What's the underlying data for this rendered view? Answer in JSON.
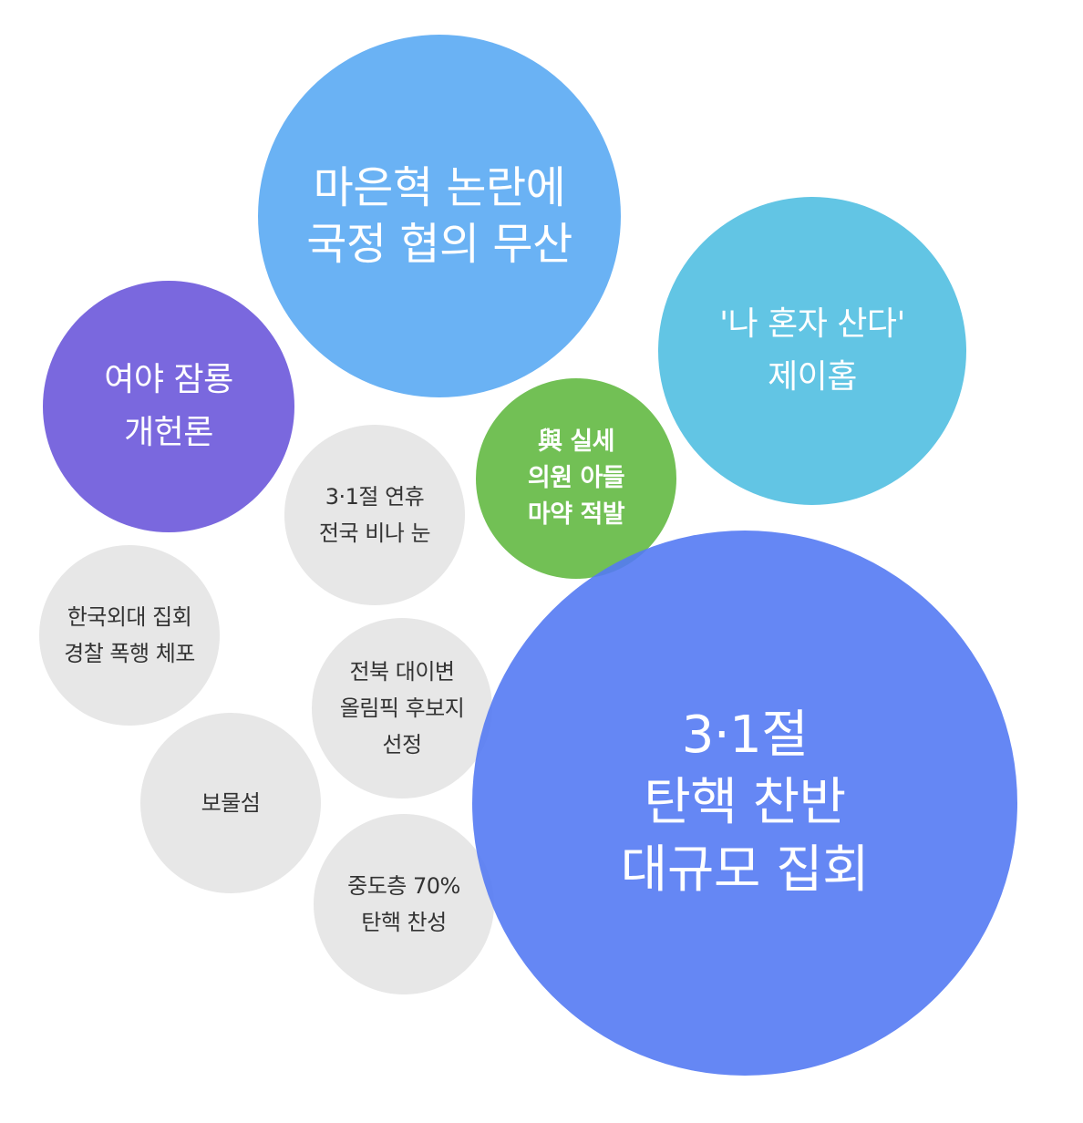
{
  "bubbles": {
    "main_rally": {
      "lines": [
        "3·1절",
        "탄핵 찬반",
        "대규모 집회"
      ],
      "color": "#547af3"
    },
    "ma_eunhyuk": {
      "lines": [
        "마은혁 논란에",
        "국정 협의 무산"
      ],
      "color": "#67b0f4"
    },
    "alone": {
      "lines": [
        "'나 혼자 산다'",
        "제이홉"
      ],
      "color": "#62c5e4"
    },
    "constitution": {
      "lines": [
        "여야 잠룡",
        "개헌론"
      ],
      "color": "#7a68de"
    },
    "drug": {
      "lines": [
        "與 실세",
        "의원 아들",
        "마약 적발"
      ],
      "color": "#6cbd4e"
    },
    "weather": {
      "lines": [
        "3·1절 연휴",
        "전국 비나 눈"
      ],
      "color": "#e7e7e7"
    },
    "hufs": {
      "lines": [
        "한국외대 집회",
        "경찰 폭행 체포"
      ],
      "color": "#e7e7e7"
    },
    "olympic": {
      "lines": [
        "전북 대이변",
        "올림픽 후보지",
        "선정"
      ],
      "color": "#e7e7e7"
    },
    "treasure": {
      "lines": [
        "보물섬"
      ],
      "color": "#e7e7e7"
    },
    "centrist": {
      "lines": [
        "중도층 70%",
        "탄핵 찬성"
      ],
      "color": "#e7e7e7"
    }
  }
}
